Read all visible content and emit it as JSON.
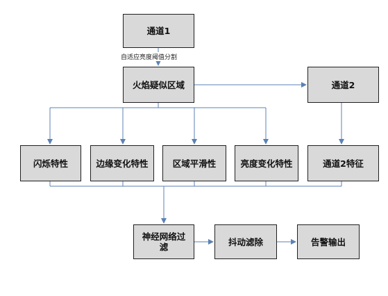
{
  "diagram": {
    "nodes": {
      "channel1": "通道1",
      "flame_region": "火焰疑似区域",
      "channel2": "通道2",
      "flicker": "闪烁特性",
      "edge_change": "边缘变化特性",
      "region_smooth": "区域平滑性",
      "brightness_change": "亮度变化特性",
      "channel2_features": "通道2特征",
      "nn_filter": "神经网络过滤",
      "jitter_removal": "抖动滤除",
      "alarm_output": "告警输出"
    },
    "edge_labels": {
      "adaptive_threshold": "自适应亮度阈值分割"
    },
    "colors": {
      "box_fill": "#d9d9d9",
      "box_border": "#1f1f1f",
      "connector": "#5b82b4"
    }
  }
}
